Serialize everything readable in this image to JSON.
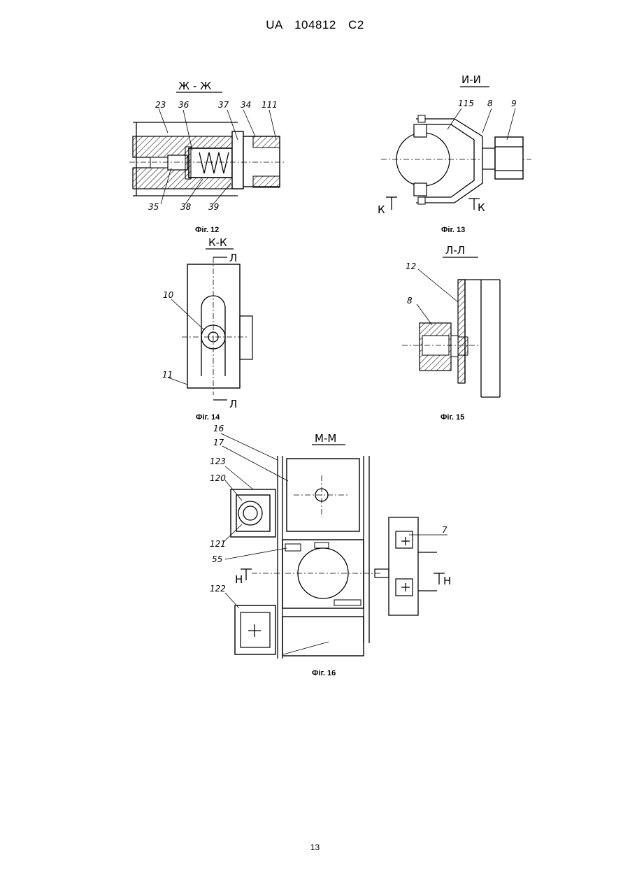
{
  "header": {
    "doc_id": "UA   104812   C2"
  },
  "page_number": "13",
  "figures": {
    "fig12": {
      "caption": "Фіг. 12",
      "section": "Ж - Ж",
      "labels": [
        "23",
        "36",
        "37",
        "34",
        "111",
        "35",
        "38",
        "39"
      ]
    },
    "fig13": {
      "caption": "Фіг. 13",
      "section": "И-И",
      "labels": [
        "115",
        "8",
        "9"
      ],
      "cut_marks": [
        "К",
        "К"
      ]
    },
    "fig14": {
      "caption": "Фіг. 14",
      "section": "К-К",
      "labels": [
        "10",
        "11"
      ],
      "cut_marks": [
        "Л",
        "Л"
      ]
    },
    "fig15": {
      "caption": "Фіг. 15",
      "section": "Л-Л",
      "labels": [
        "12",
        "8"
      ]
    },
    "fig16": {
      "caption": "Фіг. 16",
      "section": "М-М",
      "labels": [
        "16",
        "17",
        "123",
        "120",
        "121",
        "55",
        "122",
        "7"
      ],
      "cut_marks": [
        "Н",
        "Н"
      ]
    }
  }
}
